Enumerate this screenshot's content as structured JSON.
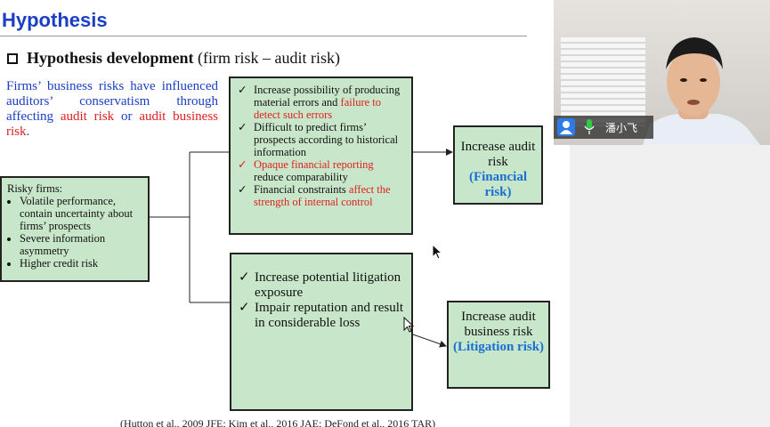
{
  "slide": {
    "title": "Hypothesis",
    "subtitle_bold": "Hypothesis development",
    "subtitle_rest": " (firm risk – audit risk)",
    "intro_blue": "Firms’ business risks have influenced auditors’ conservatism through affecting ",
    "intro_red1": "audit risk",
    "intro_mid": " or ",
    "intro_red2": "audit business risk",
    "intro_end": ".",
    "risky": {
      "heading": "Risky firms:",
      "items": [
        "Volatile performance, contain uncertainty about firms’ prospects",
        "Severe information asymmetry",
        "Higher credit risk"
      ]
    },
    "box1": {
      "item1": "Increase possibility of producing material errors and ",
      "item1_red": "failure to detect such errors",
      "item2": "Difficult to predict firms’ prospects according to historical information",
      "item3_red": "Opaque financial reporting",
      "item3": "reduce comparability",
      "item4": "Financial constraints ",
      "item4_red": "affect the strength of internal control"
    },
    "box2": {
      "item1": "Increase potential litigation exposure",
      "item2": "Impair reputation and result in considerable loss"
    },
    "outcome1": {
      "line": "Increase audit risk",
      "sub": "(Financial risk)"
    },
    "outcome2": {
      "line": "Increase audit business risk",
      "sub": "(Litigation risk)"
    },
    "footer": "(Hutton et al., 2009 JFE; Kim et al., 2016 JAE; DeFond et al., 2016 TAR)"
  },
  "webcam": {
    "participant_name": "潘小飞",
    "icons": [
      "avatar-icon",
      "microphone-icon"
    ]
  },
  "colors": {
    "title_blue": "#1a3fc4",
    "red": "#e02020",
    "box_green": "#c8e6c9",
    "accent_blue": "#1a6fd4"
  }
}
